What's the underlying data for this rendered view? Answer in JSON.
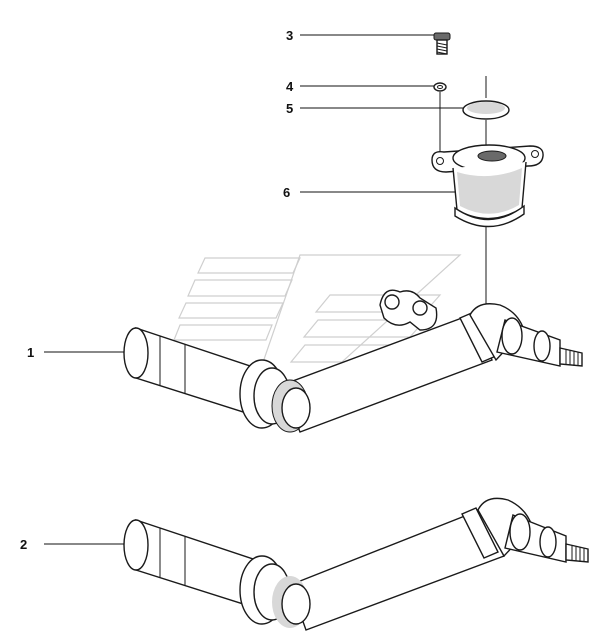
{
  "callouts": {
    "1": "1",
    "2": "2",
    "3": "3",
    "4": "4",
    "5": "5",
    "6": "6"
  },
  "parts": [
    {
      "callout": "1",
      "icon": "pipe-assembly-with-bracket"
    },
    {
      "callout": "2",
      "icon": "pipe-elbow-assembly"
    },
    {
      "callout": "3",
      "icon": "screw-icon"
    },
    {
      "callout": "4",
      "icon": "washer-icon"
    },
    {
      "callout": "5",
      "icon": "cover-disc-icon"
    },
    {
      "callout": "6",
      "icon": "housing-icon"
    }
  ],
  "colors": {
    "line": "#1a1a1a",
    "shade": "#d8d8d8",
    "watermark": "#cfcfcf"
  }
}
